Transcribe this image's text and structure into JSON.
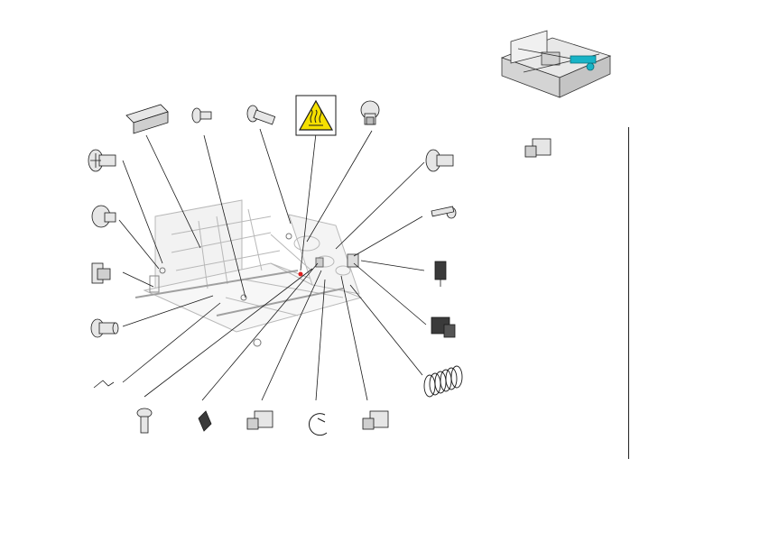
{
  "diagram": {
    "title": "",
    "warning_symbol": "hot-surface-warning",
    "parts": [
      {
        "name": "screw-flanged",
        "icon": "screw-icon"
      },
      {
        "name": "spacer-knob",
        "icon": "knob-icon"
      },
      {
        "name": "bracket-clip",
        "icon": "bracket-icon"
      },
      {
        "name": "bushing",
        "icon": "bushing-icon"
      },
      {
        "name": "wire-spring",
        "icon": "wire-icon"
      },
      {
        "name": "screw-long",
        "icon": "screw-icon"
      },
      {
        "name": "sheet-clip",
        "icon": "clip-icon"
      },
      {
        "name": "cable-clamp",
        "icon": "clamp-icon"
      },
      {
        "name": "e-ring",
        "icon": "e-ring-icon"
      },
      {
        "name": "cable-clamp-2",
        "icon": "clamp-icon"
      },
      {
        "name": "coil-spring",
        "icon": "spring-icon"
      },
      {
        "name": "switch-holder",
        "icon": "holder-icon"
      },
      {
        "name": "sensor",
        "icon": "sensor-icon"
      },
      {
        "name": "pin-screw",
        "icon": "pin-icon"
      },
      {
        "name": "screw-pan",
        "icon": "screw-icon"
      },
      {
        "name": "screw-top",
        "icon": "screw-icon"
      },
      {
        "name": "screw-shoulder",
        "icon": "screw-icon"
      },
      {
        "name": "stud-small",
        "icon": "stud-icon"
      },
      {
        "name": "angle-plate",
        "icon": "plate-icon"
      }
    ],
    "colors": {
      "line": "#1a1a1a",
      "frame": "#b8b8b8",
      "warning": "#f5e000",
      "accent": "#18b3c6",
      "marker": "#e02020"
    }
  }
}
